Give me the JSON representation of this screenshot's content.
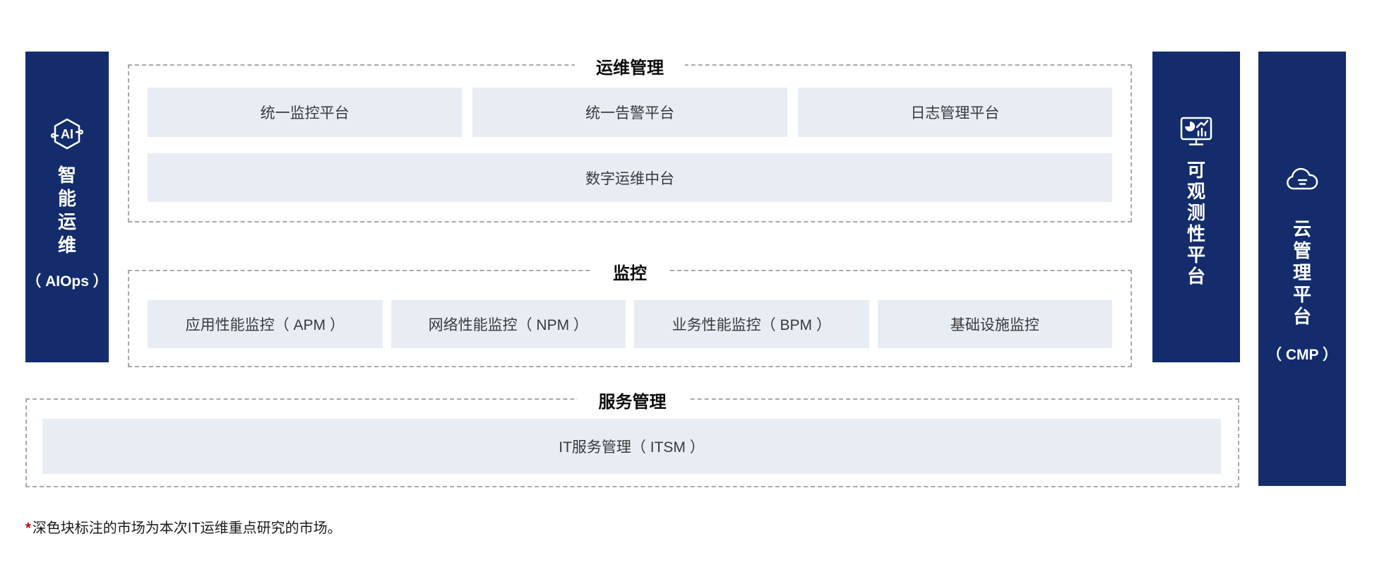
{
  "colors": {
    "navy": "#142c6b",
    "box_bg": "#e8ecf3",
    "dash": "#a9a9a9",
    "asterisk_red": "#cb0000"
  },
  "left_bar": {
    "icon": "ai-hexagon-icon",
    "chars": [
      "智",
      "能",
      "运",
      "维"
    ],
    "sub_label": "（ AIOps ）"
  },
  "right_bars": [
    {
      "icon": "dashboard-monitor-icon",
      "chars": [
        "可",
        "观",
        "测",
        "性",
        "平",
        "台"
      ],
      "sub_label": ""
    },
    {
      "icon": "cloud-icon",
      "chars": [
        "云",
        "管",
        "理",
        "平",
        "台"
      ],
      "sub_label": "（ CMP ）"
    }
  ],
  "sections": [
    {
      "title": "运维管理",
      "rows": [
        [
          "统一监控平台",
          "统一告警平台",
          "日志管理平台"
        ],
        [
          "数字运维中台"
        ]
      ]
    },
    {
      "title": "监控",
      "rows": [
        [
          "应用性能监控（ APM ）",
          "网络性能监控（ NPM ）",
          "业务性能监控（ BPM ）",
          "基础设施监控"
        ]
      ]
    },
    {
      "title": "服务管理",
      "rows": [
        [
          "IT服务管理（ ITSM ）"
        ]
      ]
    }
  ],
  "note": {
    "asterisk": "*",
    "text": "深色块标注的市场为本次IT运维重点研究的市场。"
  }
}
